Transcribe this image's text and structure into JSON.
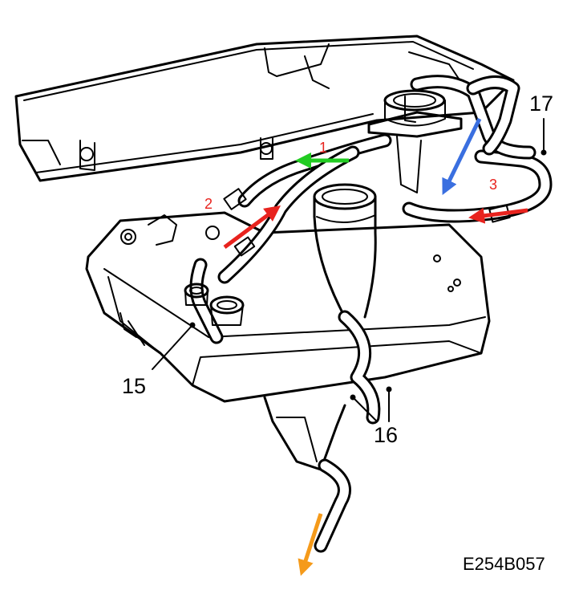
{
  "diagram": {
    "part_labels": {
      "p15": "15",
      "p16": "16",
      "p17": "17"
    },
    "callouts": {
      "c1": "1",
      "c2": "2",
      "c3": "3"
    },
    "reference_code": "E254B057",
    "colors": {
      "outline": "#000000",
      "callout_text": "#e8231e",
      "arrow_green": "#22cc22",
      "arrow_red": "#e8231e",
      "arrow_blue": "#3a6fe0",
      "arrow_orange": "#f59a1a"
    },
    "arrows": [
      {
        "name": "green-flow-arrow",
        "color": "green",
        "direction": "left"
      },
      {
        "name": "red-flow-arrow-2",
        "color": "red",
        "direction": "up-right"
      },
      {
        "name": "red-flow-arrow-3",
        "color": "red",
        "direction": "left"
      },
      {
        "name": "blue-flow-arrow",
        "color": "blue",
        "direction": "down-left"
      },
      {
        "name": "orange-flow-arrow",
        "color": "orange",
        "direction": "down"
      }
    ]
  }
}
